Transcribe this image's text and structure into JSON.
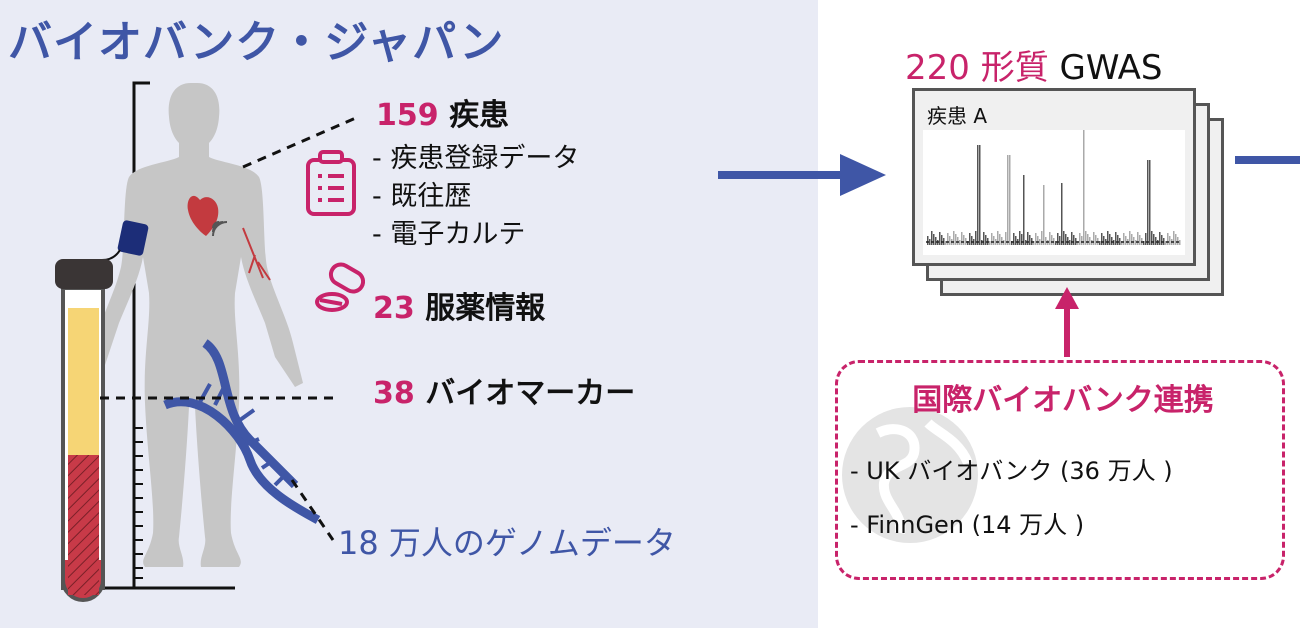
{
  "title": "バイオバンク・ジャパン",
  "clinical": {
    "diseases_count": "159",
    "diseases_label": "疾患",
    "items": [
      "- 疾患登録データ",
      "- 既往歴",
      "- 電子カルテ"
    ],
    "medication_count": "23",
    "medication_label": "服薬情報",
    "biomarker_count": "38",
    "biomarker_label": "バイオマーカー",
    "genome_label": "18 万人のゲノムデータ"
  },
  "gwas": {
    "count": "220",
    "count_unit": "形質",
    "label": "GWAS",
    "card_label": "疾患 A"
  },
  "international": {
    "title": "国際バイオバンク連携",
    "items": [
      "- UK バイオバンク (36 万人 )",
      "- FinnGen (14 万人 )"
    ]
  },
  "colors": {
    "blue": "#3f56a6",
    "magenta": "#c8236a",
    "panel": "#e9ebf5"
  }
}
